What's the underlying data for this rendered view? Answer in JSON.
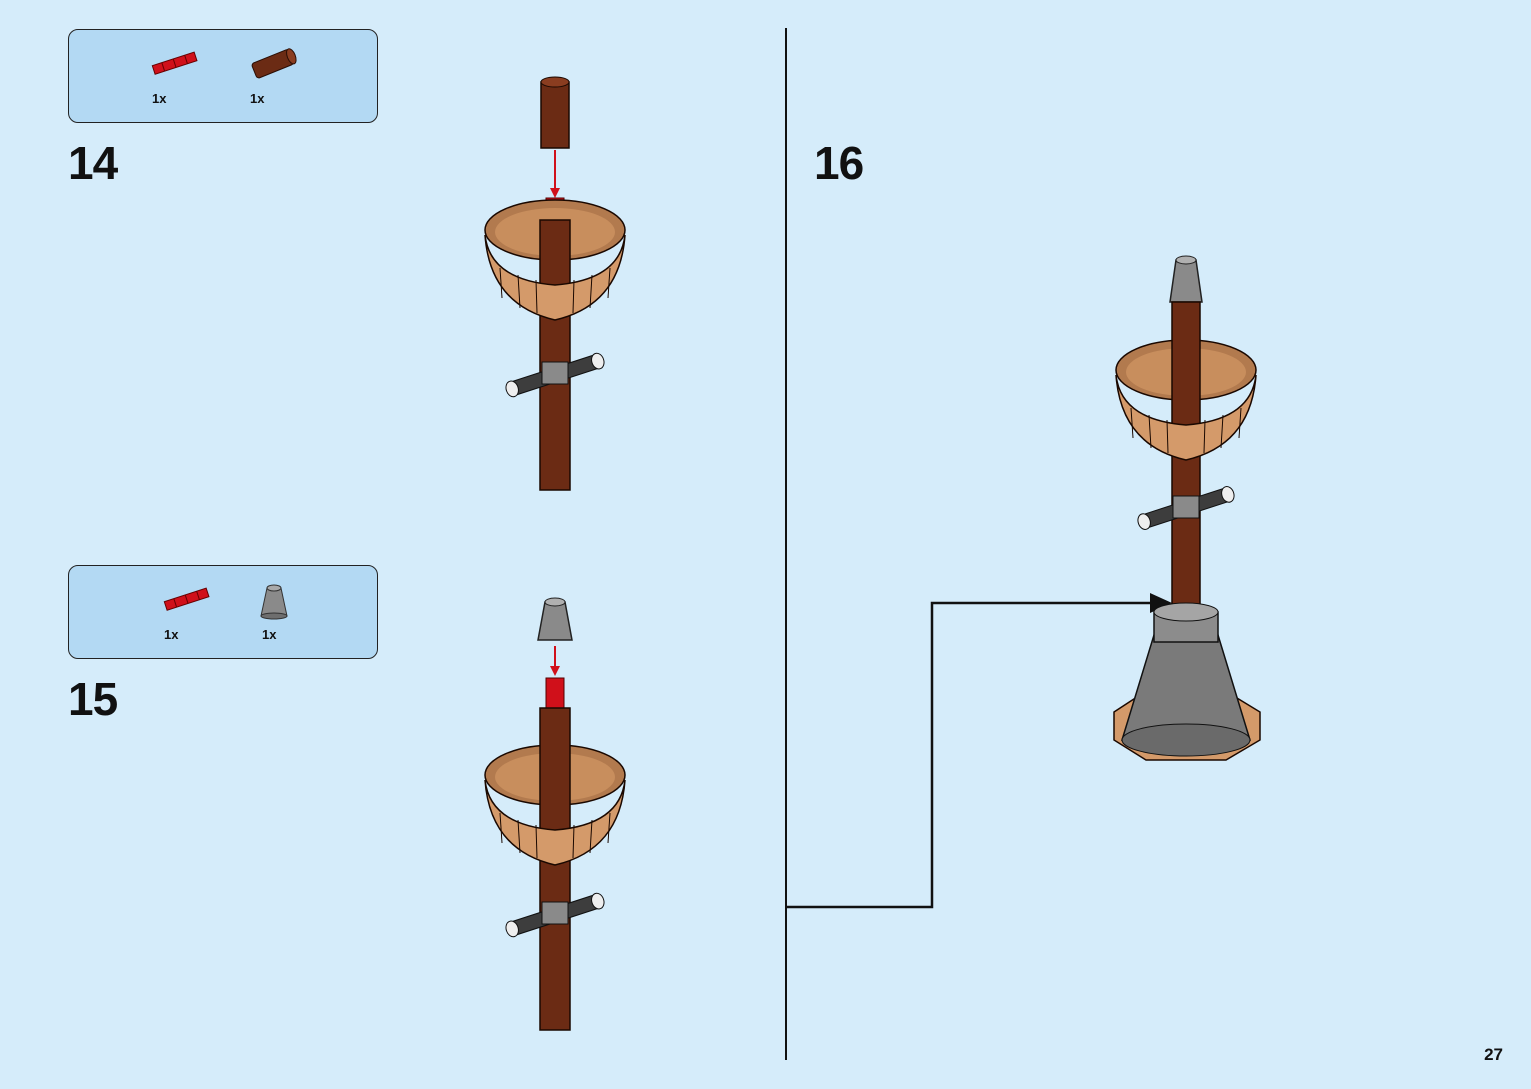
{
  "steps": [
    {
      "number": "14",
      "parts": [
        {
          "icon": "red-axle-connector-icon",
          "qty": "1x",
          "color": "#d0101a"
        },
        {
          "icon": "brown-round-brick-icon",
          "qty": "1x",
          "color": "#6b2b14"
        }
      ]
    },
    {
      "number": "15",
      "parts": [
        {
          "icon": "red-axle-connector-icon",
          "qty": "1x",
          "color": "#d0101a"
        },
        {
          "icon": "grey-cone-icon",
          "qty": "1x",
          "color": "#8a8a8a"
        }
      ]
    },
    {
      "number": "16",
      "parts": []
    }
  ],
  "page": {
    "number": "27"
  },
  "colors": {
    "background": "#d5ecfa",
    "parts_box": "#b3d9f3",
    "mast_brown": "#6b2b14",
    "barrel_tan": "#d49a6a",
    "connector_red": "#d0101a",
    "cone_grey": "#8a8a8a"
  }
}
